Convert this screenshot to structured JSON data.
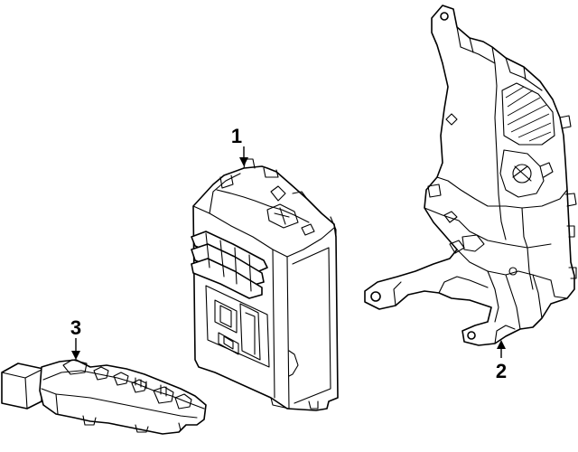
{
  "callouts": [
    {
      "id": "1",
      "label": "1"
    },
    {
      "id": "2",
      "label": "2"
    },
    {
      "id": "3",
      "label": "3"
    }
  ],
  "parts": [
    {
      "callout": "1",
      "icon": "fuse-box-icon"
    },
    {
      "callout": "2",
      "icon": "mounting-bracket-icon"
    },
    {
      "callout": "3",
      "icon": "relay-module-icon"
    }
  ],
  "colors": {
    "line": "#000000",
    "background": "#ffffff"
  }
}
